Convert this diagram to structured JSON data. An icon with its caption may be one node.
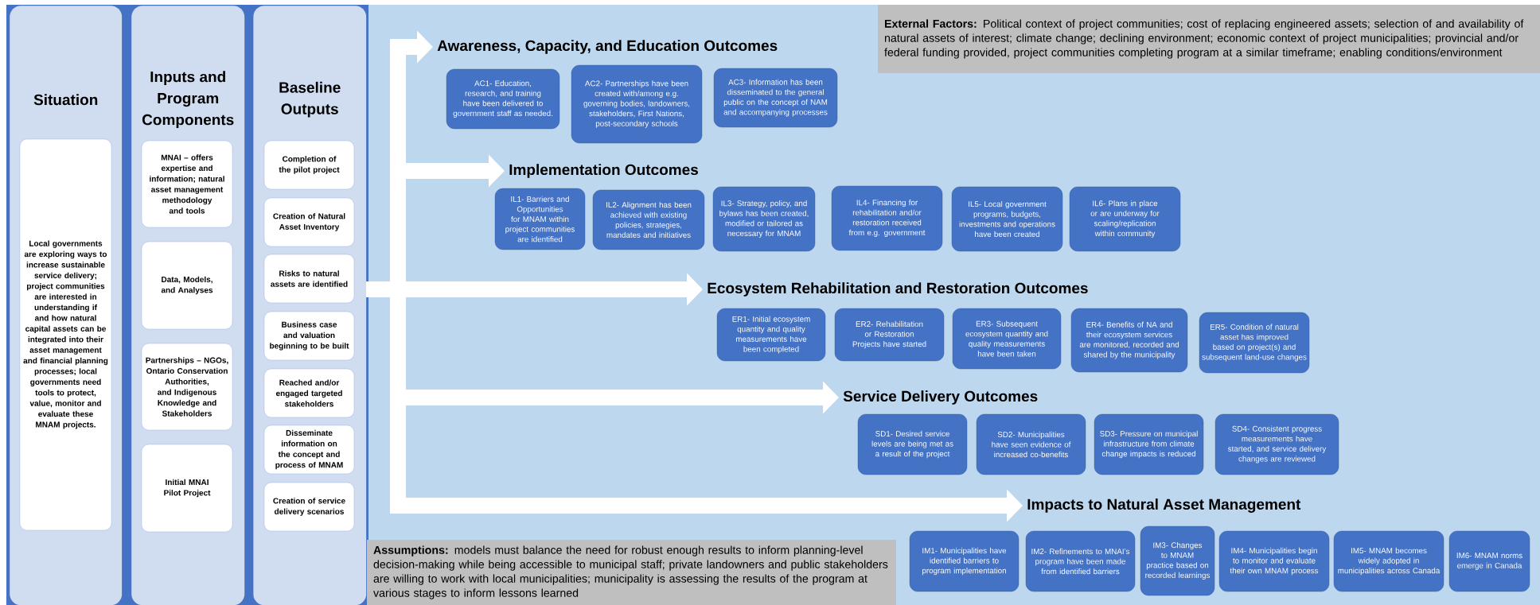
{
  "diagram": {
    "nodes": [
      {
        "text": [
          "Situation"
        ]
      },
      {
        "text": [
          "Local governments are exploring ways to increase sustainable service delivery; project communities are interested in understanding if and how natural capital assets can be integrated into their asset management and financial planning processes; local governments need tools to protect, value, monitor and evaluate these MNAM projects."
        ],
        "in": 0
      },
      {
        "text": [
          "Inputs and Program Components"
        ]
      },
      {
        "text": [
          "MNAI – offers expertise and information; natural asset management methodology and tools"
        ],
        "in": 2
      },
      {
        "text": [
          "Data, Models, and Analyses"
        ],
        "in": 2
      },
      {
        "text": [
          "Partnerships – NGOs, Ontario Conservation Authorities, and Indigenous Knowledge and Stakeholders"
        ],
        "in": 2
      },
      {
        "text": [
          "Initial MNAI Pilot Project"
        ],
        "in": 2
      },
      {
        "text": [
          "Baseline Outputs"
        ]
      },
      {
        "text": [
          "Completion of the pilot project"
        ],
        "in": 7
      },
      {
        "text": [
          "Creation of Natural Asset Inventory"
        ],
        "in": 7
      },
      {
        "text": [
          "Risks to natural assets are identified"
        ],
        "in": 7
      },
      {
        "text": [
          "Business case and valuation beginning to be built"
        ],
        "in": 7
      },
      {
        "text": [
          "Reached and/or engaged targeted stakeholders"
        ],
        "in": 7
      },
      {
        "text": [
          "Disseminate information on the concept and process of MNAM"
        ],
        "in": 7
      },
      {
        "text": [
          "Creation of service delivery scenarios"
        ],
        "in": 7
      },
      {
        "text": [
          "Awareness, Capacity, and Education Outcomes"
        ]
      },
      {
        "text": [
          "AC1- Education, research, and training have been delivered to government staff as needed."
        ]
      },
      {
        "text": [
          "AC2- Partnerships have been created with/among e.g. governing bodies, landowners, stakeholders, First Nations, post-secondary schools"
        ]
      },
      {
        "text": [
          "AC3- Information has been disseminated to the general public on the concept of NAM and accompanying processes"
        ]
      },
      {
        "text": [
          "Implementation Outcomes"
        ]
      },
      {
        "text": [
          "IL1- Barriers and Opportunities for MNAM within project communities are identified"
        ]
      },
      {
        "text": [
          "IL2- Alignment has been achieved with existing policies, strategies, mandates and initiatives"
        ]
      },
      {
        "text": [
          "IL3- Strategy, policy, and bylaws has been created, modified or tailored as necessary for MNAM"
        ]
      },
      {
        "text": [
          "IL4- Financing for rehabilitation and/or restoration received from e.g. government"
        ]
      },
      {
        "text": [
          "IL5- Local government programs, budgets, investments and operations have been created"
        ]
      },
      {
        "text": [
          "IL6- Plans in place or are underway for scaling/replication within community"
        ]
      },
      {
        "text": [
          "Ecosystem Rehabilitation and Restoration Outcomes"
        ]
      },
      {
        "text": [
          "ER1- Initial ecosystem quantity and quality measurements have been completed"
        ]
      },
      {
        "text": [
          "ER2- Rehabilitation or Restoration Projects have started"
        ]
      },
      {
        "text": [
          "ER3- Subsequent ecosystem quantity and quality measurements have been taken"
        ]
      },
      {
        "text": [
          "ER4- Benefits of NA and their ecosystem services are monitored, recorded and shared by the municipality"
        ]
      },
      {
        "text": [
          "ER5- Condition of natural asset has improved based on project(s) and subsequent land-use changes"
        ]
      },
      {
        "text": [
          "Service Delivery Outcomes"
        ]
      },
      {
        "text": [
          "SD1- Desired service levels are being met as a result of the project"
        ]
      },
      {
        "text": [
          "SD2- Municipalities have seen evidence of increased co-benefits"
        ]
      },
      {
        "text": [
          "SD3- Pressure on municipal infrastructure from climate change impacts is reduced"
        ]
      },
      {
        "text": [
          "SD4- Consistent progress measurements have started, and service delivery changes are reviewed"
        ]
      },
      {
        "text": [
          "Impacts to Natural Asset Management"
        ]
      },
      {
        "text": [
          "IM1- Municipalities have identified barriers to program implementation"
        ]
      },
      {
        "text": [
          "IM2- Refinements to MNAI’s program have been made from identified barriers"
        ]
      },
      {
        "text": [
          "IM3- Changes to MNAM practice based on recorded learnings"
        ]
      },
      {
        "text": [
          "IM4- Municipalities begin to monitor and evaluate their own MNAM process"
        ]
      },
      {
        "text": [
          "IM5- MNAM becomes widely adopted in municipalities across Canada"
        ]
      },
      {
        "text": [
          "IM6- MNAM norms emerge in Canada"
        ]
      },
      {
        "text": [
          "**External Factors:** Political context of project communities; cost of replacing engineered assets; selection of and availability of natural assets of interest; climate change; declining environment; economic context of project municipalities; provincial and/or federal funding provided, project communities completing program at a similar timeframe; enabling conditions/environment"
        ]
      },
      {
        "text": [
          "**Assumptions:** models must balance the need for robust enough results to inform planning-level decision-making while being accessible to municipal staff; private landowners and public stakeholders are willing to work with local municipalities; municipality is assessing the results of the program at various stages to inform lessons learned"
        ]
      }
    ],
    "edges": [
      {
        "from": 7,
        "to": 15,
        "arrow": "to"
      },
      {
        "from": 7,
        "to": 19,
        "arrow": "to"
      },
      {
        "from": 7,
        "to": 26,
        "arrow": "to"
      },
      {
        "from": 7,
        "to": 32,
        "arrow": "to"
      },
      {
        "from": 7,
        "to": 37,
        "arrow": "to"
      }
    ]
  }
}
